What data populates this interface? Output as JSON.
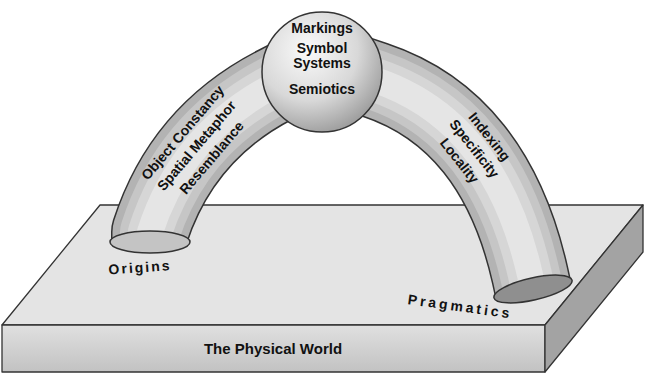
{
  "diagram": {
    "nodes": [
      {
        "text": [
          "The Physical World"
        ]
      },
      {
        "text": [
          "Object Constancy",
          "Spatial Metaphor",
          "Resemblance"
        ]
      },
      {
        "text": [
          "Markings",
          "Symbol Systems",
          "Semiotics"
        ]
      },
      {
        "text": [
          "Indexing",
          "Specificity",
          "Locality"
        ]
      }
    ],
    "labels": [
      "Origins",
      "Pragmatics"
    ]
  }
}
